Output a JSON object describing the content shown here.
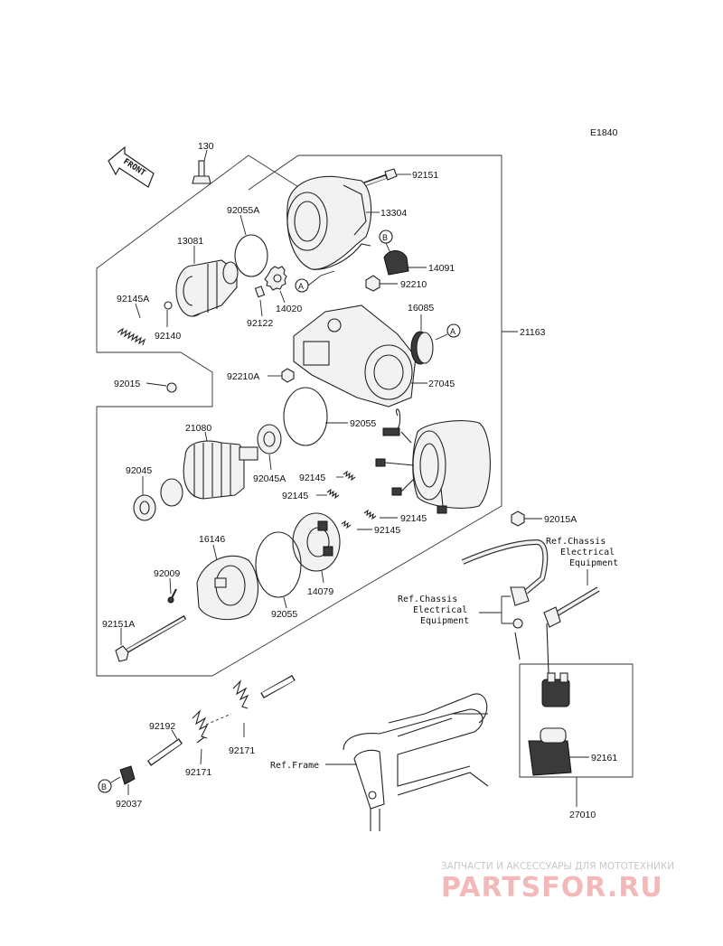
{
  "diagram_code": "E1840",
  "front_label": "FRONT",
  "parts": {
    "p130": "130",
    "p92151": "92151",
    "p92055A": "92055A",
    "p13304": "13304",
    "p13081": "13081",
    "pB": "B",
    "p14091": "14091",
    "p92145A": "92145A",
    "p14020": "14020",
    "pA1": "A",
    "p92210": "92210",
    "p92122": "92122",
    "p92140": "92140",
    "p16085": "16085",
    "pA2": "A",
    "p21163": "21163",
    "p92015": "92015",
    "p92210A": "92210A",
    "p27045": "27045",
    "p21080": "21080",
    "p92055a": "92055",
    "p92045": "92045",
    "p92045A": "92045A",
    "p92145a": "92145",
    "p92145b": "92145",
    "p92145c": "92145",
    "p92145d": "92145",
    "p92015A": "92015A",
    "p16146": "16146",
    "p92009": "92009",
    "p14079": "14079",
    "p92055b": "92055",
    "p92151A": "92151A",
    "p92192": "92192",
    "p92171a": "92171",
    "p92171b": "92171",
    "pB2": "B",
    "p92037": "92037",
    "p92161": "92161",
    "p27010": "27010"
  },
  "refs": {
    "ref1": [
      "Ref.Chassis",
      "Electrical",
      "Equipment"
    ],
    "ref2": [
      "Ref.Chassis",
      "Electrical",
      "Equipment"
    ],
    "ref3": "Ref.Frame"
  },
  "watermark": {
    "line1": "ЗАПЧАСТИ И АКСЕССУАРЫ ДЛЯ МОТОТЕХНИКИ",
    "line2": "PARTSFOR.RU"
  }
}
